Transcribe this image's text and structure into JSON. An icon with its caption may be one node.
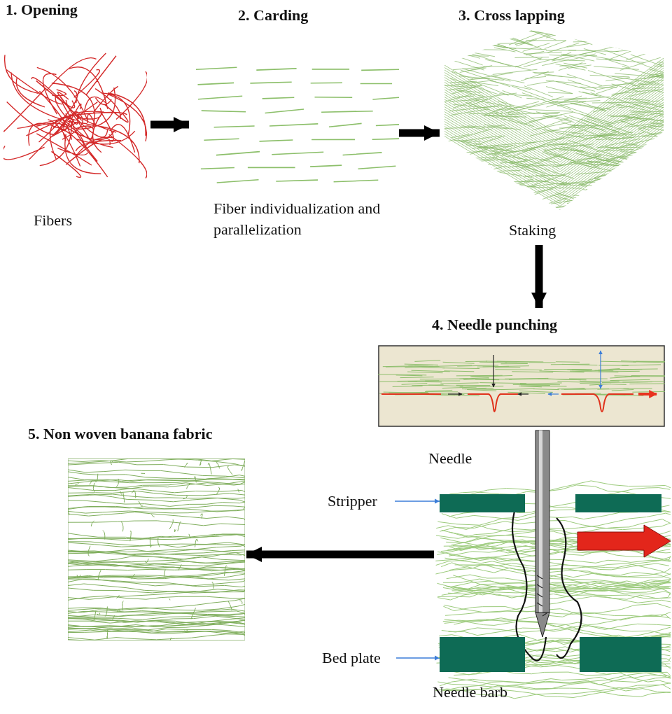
{
  "diagram": {
    "nodes": [
      {
        "text": [
          "1. Opening",
          "Fibers"
        ]
      },
      {
        "text": [
          "2. Carding",
          "Fiber individualization and parallelization"
        ]
      },
      {
        "text": [
          "3. Cross lapping",
          "Staking"
        ]
      },
      {
        "text": [
          "4. Needle punching"
        ]
      },
      {
        "text": [
          "5. Non woven banana fabric"
        ]
      },
      {
        "text": [],
        "shape": "picture"
      },
      {
        "text": [
          "Stripper"
        ]
      },
      {
        "text": [],
        "shape": "bar",
        "in": 5
      },
      {
        "text": [],
        "shape": "bar",
        "in": 5
      },
      {
        "text": [
          "Bed plate"
        ]
      },
      {
        "text": [],
        "shape": "bar",
        "in": 5
      },
      {
        "text": [],
        "shape": "bar",
        "in": 5
      }
    ],
    "edges": [
      {
        "from": 0,
        "to": 1,
        "arrow": "to"
      },
      {
        "from": 1,
        "to": 2,
        "arrow": "to"
      },
      {
        "from": 2,
        "to": 3,
        "arrow": "to"
      },
      {
        "from": 5,
        "to": 4,
        "arrow": "to"
      },
      {
        "from": 6,
        "to": 7,
        "arrow": "to",
        "color": "#3b7dd8"
      },
      {
        "from": 9,
        "to": 10,
        "arrow": "to",
        "color": "#3b7dd8"
      }
    ],
    "labels": [
      "Needle",
      "Needle barb"
    ]
  }
}
